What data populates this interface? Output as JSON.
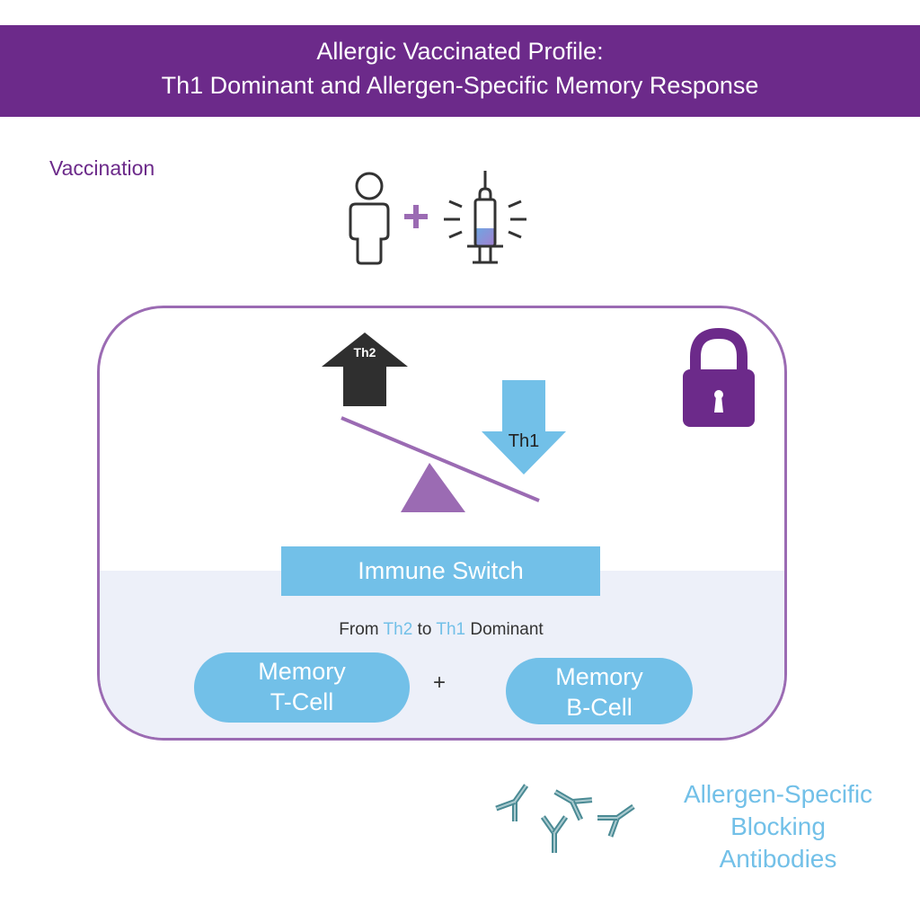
{
  "header": {
    "title_line1": "Allergic Vaccinated Profile:",
    "title_line2": "Th1 Dominant and Allergen-Specific Memory Response"
  },
  "section_label": "Vaccination",
  "icons": {
    "person": "person-icon",
    "plus": "plus-icon",
    "syringe": "syringe-icon",
    "lock": "padlock-icon",
    "antibodies": "antibody-icon"
  },
  "balance": {
    "up_arrow_label": "Th2",
    "down_arrow_label": "Th1"
  },
  "immune_switch": {
    "label": "Immune Switch",
    "from_prefix": "From",
    "from_a": "Th2",
    "from_mid": "to",
    "from_b": "Th1",
    "from_suffix": "Dominant"
  },
  "memory": {
    "t_cell_line1": "Memory",
    "t_cell_line2": "T-Cell",
    "plus": "+",
    "b_cell_line1": "Memory",
    "b_cell_line2": "B-Cell"
  },
  "antibodies": {
    "line1": "Allergen-Specific",
    "line2": "Blocking",
    "line3": "Antibodies"
  },
  "colors": {
    "purple": "#6c2a8a",
    "frame_purple": "#9b6bb3",
    "light_blue": "#72c0e8",
    "dark_arrow": "#2f2f2f",
    "antibody_teal": "#4a8a94"
  }
}
